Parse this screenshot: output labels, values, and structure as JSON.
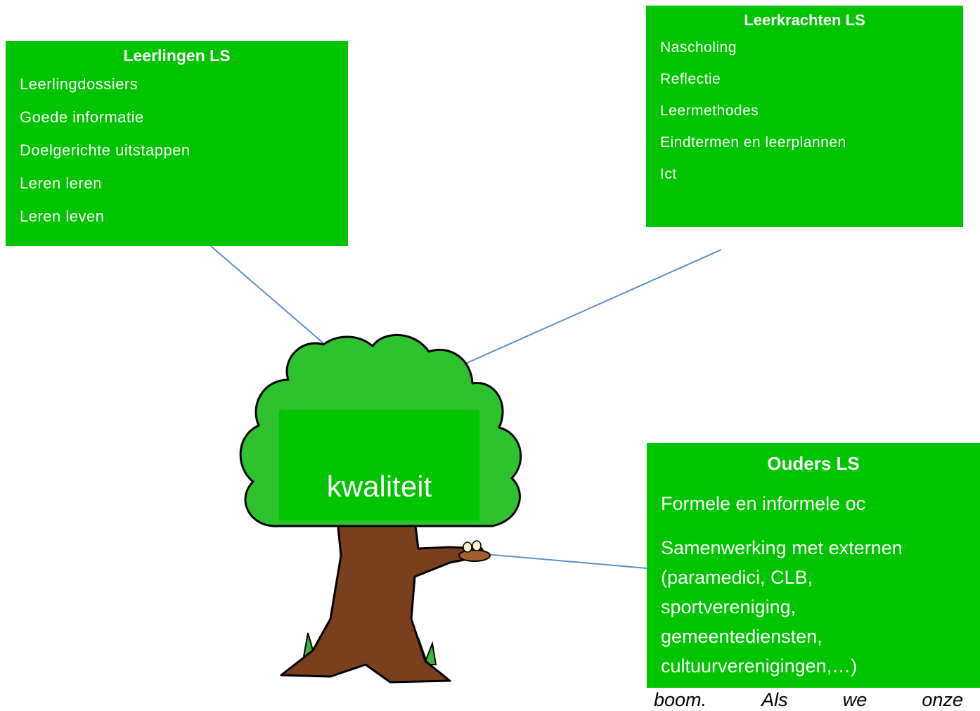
{
  "leerlingen": {
    "title": "Leerlingen LS",
    "items": [
      "Leerlingdossiers",
      "Goede informatie",
      "Doelgerichte uitstappen",
      "Leren leren",
      "Leren leven"
    ]
  },
  "leerkrachten": {
    "title": "Leerkrachten LS",
    "items": [
      "Nascholing",
      "Reflectie",
      "Leermethodes",
      "Eindtermen en leerplannen",
      "Ict"
    ]
  },
  "ouders": {
    "title": "Ouders LS",
    "item1": "Formele en informele oc",
    "item2_lines": [
      "Samenwerking met externen",
      "(paramedici, CLB,",
      "sportvereniging,",
      "gemeentediensten,",
      "cultuurverenigingen,…)"
    ]
  },
  "center": {
    "label": "kwaliteit"
  },
  "bottom_words": [
    "boom.",
    "Als",
    "we",
    "onze"
  ],
  "colors": {
    "box_green": "#00c400",
    "tree_leaf": "#2ec22e",
    "trunk": "#7a3f1c",
    "connector": "#5b8fd1"
  }
}
